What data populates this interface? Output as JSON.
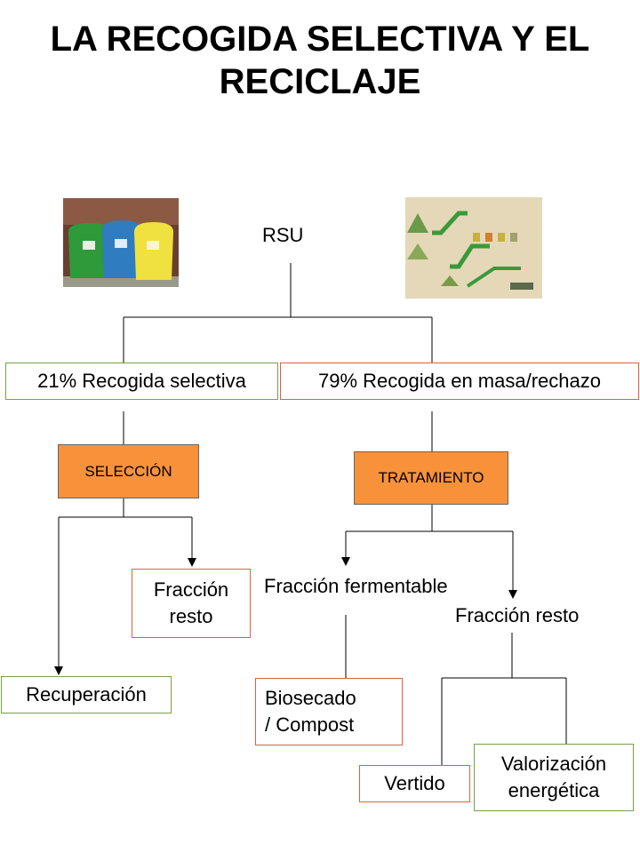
{
  "title_line1": "LA RECOGIDA SELECTIVA Y EL",
  "title_line2": "RECICLAJE",
  "root": "RSU",
  "selective": "21% Recogida selectiva",
  "mass": "79% Recogida en masa/rechazo",
  "selection": "SELECCIÓN",
  "treatment": "TRATAMIENTO",
  "left_rest_line1": "Fracción",
  "left_rest_line2": "resto",
  "recovery": "Recuperación",
  "fermentable": "Fracción fermentable",
  "right_rest": "Fracción resto",
  "biodry_line1": "Biosecado",
  "biodry_line2": "/ Compost",
  "landfill": "Vertido",
  "energy_line1": "Valorización",
  "energy_line2": "energética",
  "colors": {
    "process_box": "#f7923b",
    "green_border": "#77a04a",
    "red_border": "#e06040"
  },
  "images": [
    "recycling-containers-photo",
    "waste-treatment-plant-diagram"
  ]
}
